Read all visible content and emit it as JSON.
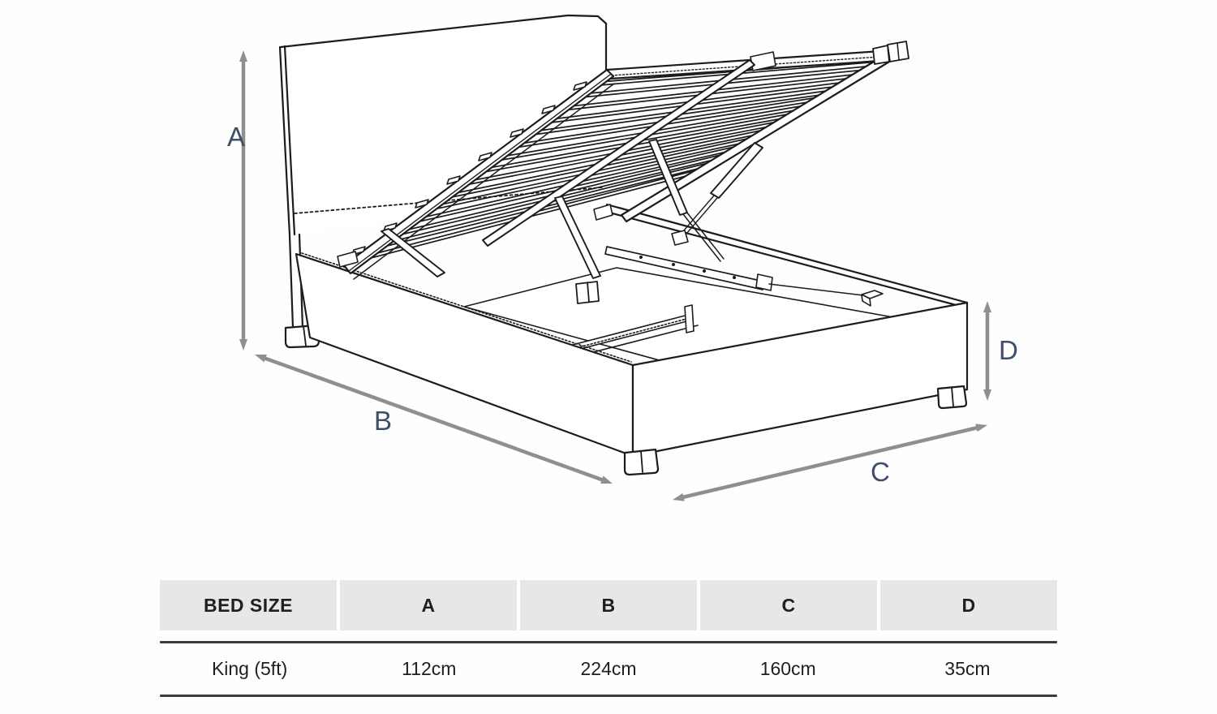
{
  "diagram": {
    "labels": {
      "a": "A",
      "b": "B",
      "c": "C",
      "d": "D"
    }
  },
  "table": {
    "headers": [
      "BED SIZE",
      "A",
      "B",
      "C",
      "D"
    ],
    "rows": [
      [
        "King (5ft)",
        "112cm",
        "224cm",
        "160cm",
        "35cm"
      ]
    ]
  },
  "colors": {
    "label": "#3e5069",
    "arrow": "#8f8f8f",
    "line": "#1c1c1c",
    "header_bg": "#e7e7e7",
    "text": "#1f1f1f"
  }
}
